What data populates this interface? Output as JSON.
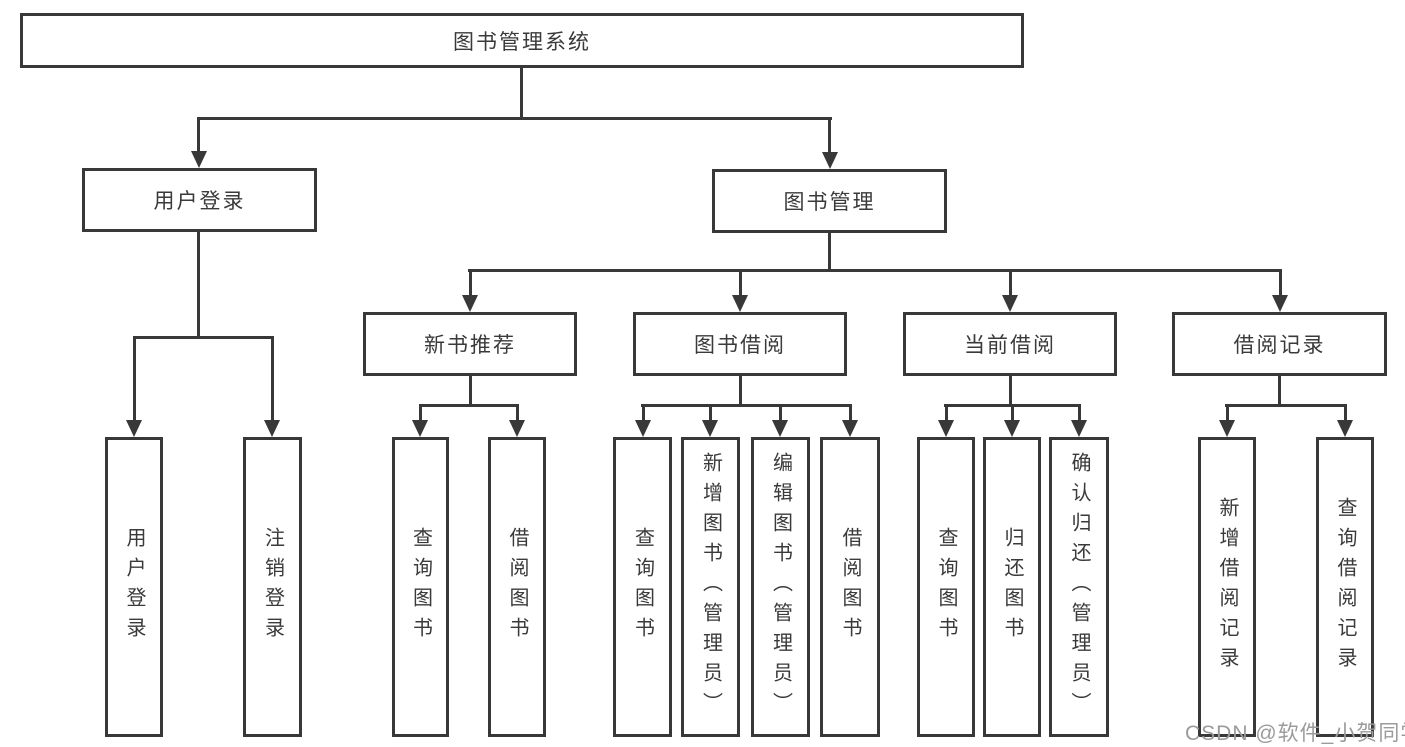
{
  "tree": {
    "label": "图书管理系统",
    "children": [
      {
        "label": "用户登录",
        "children": [
          {
            "label": "用户登录"
          },
          {
            "label": "注销登录"
          }
        ]
      },
      {
        "label": "图书管理",
        "children": [
          {
            "label": "新书推荐",
            "children": [
              {
                "label": "查询图书"
              },
              {
                "label": "借阅图书"
              }
            ]
          },
          {
            "label": "图书借阅",
            "children": [
              {
                "label": "查询图书"
              },
              {
                "label": "新增图书（管理员）"
              },
              {
                "label": "编辑图书（管理员）"
              },
              {
                "label": "借阅图书"
              }
            ]
          },
          {
            "label": "当前借阅",
            "children": [
              {
                "label": "查询图书"
              },
              {
                "label": "归还图书"
              },
              {
                "label": "确认归还（管理员）"
              }
            ]
          },
          {
            "label": "借阅记录",
            "children": [
              {
                "label": "新增借阅记录"
              },
              {
                "label": "查询借阅记录"
              }
            ]
          }
        ]
      }
    ]
  },
  "watermark": {
    "text": "CSDN @软件_小贺同学"
  },
  "colors": {
    "line": "#383838",
    "box_border": "#383838",
    "text": "#3a3a3a",
    "watermark": "#9b9b9b",
    "background": "#ffffff"
  }
}
